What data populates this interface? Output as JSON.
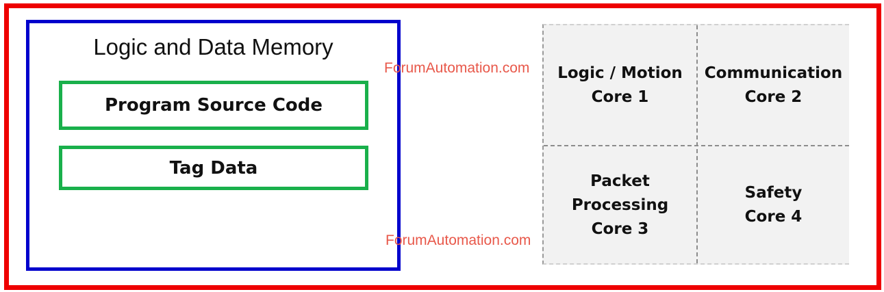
{
  "memory": {
    "title": "Logic and Data Memory",
    "items": [
      {
        "label": "Program Source Code"
      },
      {
        "label": "Tag Data"
      }
    ]
  },
  "cores": [
    {
      "label": "Logic / Motion\nCore 1"
    },
    {
      "label": "Communication\nCore 2"
    },
    {
      "label": "Packet\nProcessing\nCore 3"
    },
    {
      "label": "Safety\nCore 4"
    }
  ],
  "watermarks": [
    "ForumAutomation.com",
    "ForumAutomation.com"
  ],
  "colors": {
    "outer_border": "#ee0000",
    "memory_border": "#0000cc",
    "item_border": "#19b04b",
    "cores_background": "#f2f2f2",
    "watermark": "#e8584a"
  }
}
